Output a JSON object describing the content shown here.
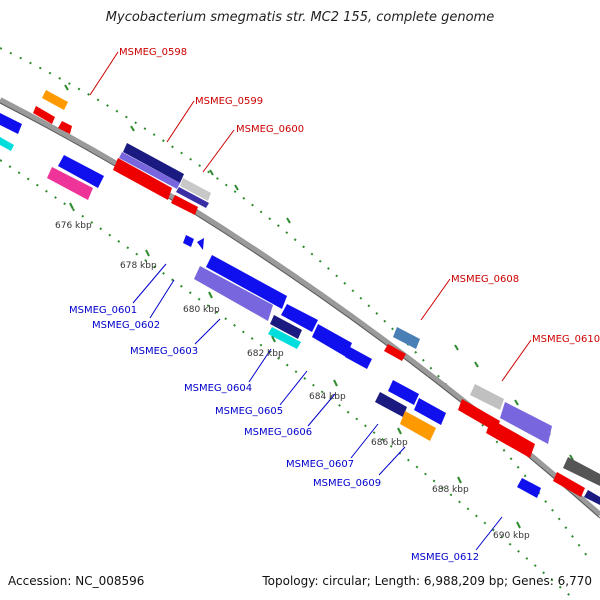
{
  "header": {
    "title": "Mycobacterium smegmatis str. MC2 155, complete genome"
  },
  "footer": {
    "accession": "Accession: NC_008596",
    "summary": "Topology: circular; Length: 6,988,209 bp; Genes: 6,770"
  },
  "ticks": [
    "676 kbp",
    "678 kbp",
    "680 kbp",
    "682 kbp",
    "684 kbp",
    "686 kbp",
    "688 kbp",
    "690 kbp"
  ],
  "colors": {
    "forward_label": "#cc0000",
    "reverse_label": "#0000cc",
    "backbone": "#888888",
    "tick": "#228b22"
  },
  "forward_genes": [
    "MSMEG_0598",
    "MSMEG_0599",
    "MSMEG_0600",
    "MSMEG_0608",
    "MSMEG_0610"
  ],
  "reverse_genes": [
    "MSMEG_0601",
    "MSMEG_0602",
    "MSMEG_0603",
    "MSMEG_0604",
    "MSMEG_0605",
    "MSMEG_0606",
    "MSMEG_0607",
    "MSMEG_0609",
    "MSMEG_0612"
  ]
}
